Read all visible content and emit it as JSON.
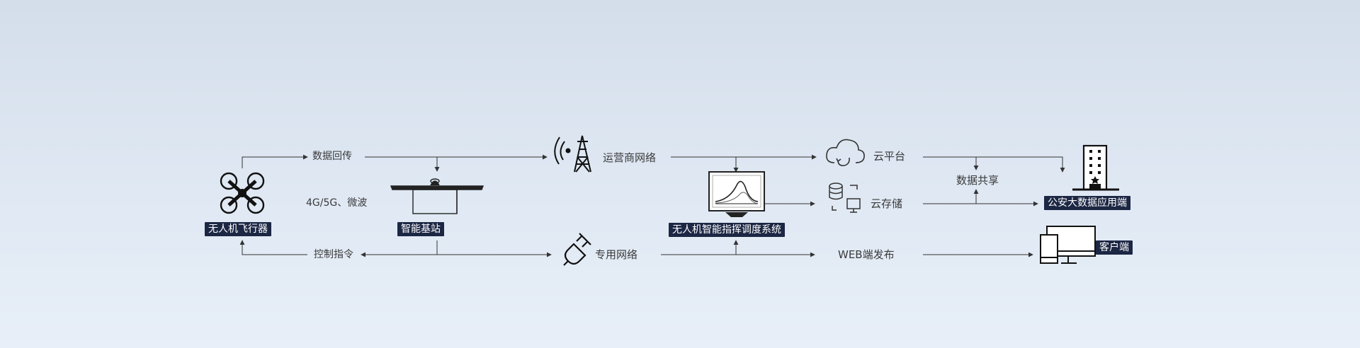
{
  "nodes": {
    "drone": "无人机飞行器",
    "base_station": "智能基站",
    "dispatch_system": "无人机智能指挥调度系统",
    "police_app": "公安大数据应用端",
    "client": "客户端"
  },
  "labels": {
    "data_return": "数据回传",
    "link_types": "4G/5G、微波",
    "control_cmd": "控制指令",
    "carrier_net": "运营商网络",
    "private_net": "专用网络",
    "cloud_platform": "云平台",
    "cloud_storage": "云存储",
    "data_share": "数据共享",
    "web_publish": "WEB端发布"
  },
  "colors": {
    "badge_bg": "#1c2744",
    "line": "#333333",
    "background": "#dfe8f3"
  },
  "icons": [
    "drone-icon",
    "base-station-icon",
    "tower-icon",
    "plug-icon",
    "monitor-chart-icon",
    "cloud-icon",
    "database-icon",
    "building-icon",
    "devices-icon"
  ]
}
